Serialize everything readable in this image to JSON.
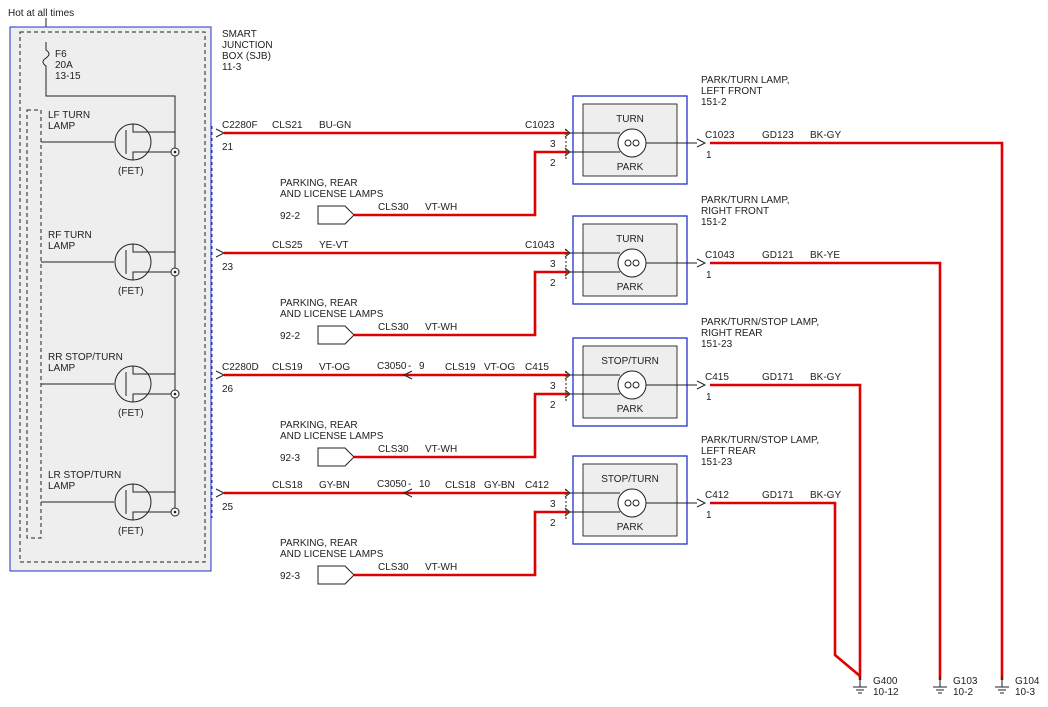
{
  "header": {
    "supply_label": "Hot at all times"
  },
  "sjb": {
    "title_lines": [
      "SMART",
      "JUNCTION",
      "BOX (SJB)",
      "11-3"
    ],
    "fuse": {
      "name": "F6",
      "rating": "20A",
      "ref": "13-15"
    },
    "fet_label": "(FET)"
  },
  "circuits": [
    {
      "fet_lines": [
        "LF TURN",
        "LAMP"
      ],
      "sjb_connector": "C2280F",
      "pin": "21",
      "circuit": "CLS21",
      "color": "BU-GN",
      "inline": null,
      "lamp_connector": "C1023",
      "turn_pin": "3",
      "park_pin": "2",
      "lamp_title": [
        "PARK/TURN LAMP,",
        "LEFT FRONT",
        "151-2"
      ],
      "lamp_top": "TURN",
      "lamp_bottom": "PARK",
      "ground_connector": "C1023",
      "ground_pin": "1",
      "ground_circuit": "GD123",
      "ground_color": "BK-GY",
      "park_source": {
        "lines": [
          "PARKING, REAR",
          "AND LICENSE LAMPS"
        ],
        "ref": "92-2",
        "circuit": "CLS30",
        "color": "VT-WH"
      }
    },
    {
      "fet_lines": [
        "RF TURN",
        "LAMP"
      ],
      "sjb_connector": "",
      "pin": "23",
      "circuit": "CLS25",
      "color": "YE-VT",
      "inline": null,
      "lamp_connector": "C1043",
      "turn_pin": "3",
      "park_pin": "2",
      "lamp_title": [
        "PARK/TURN LAMP,",
        "RIGHT FRONT",
        "151-2"
      ],
      "lamp_top": "TURN",
      "lamp_bottom": "PARK",
      "ground_connector": "C1043",
      "ground_pin": "1",
      "ground_circuit": "GD121",
      "ground_color": "BK-YE",
      "park_source": {
        "lines": [
          "PARKING, REAR",
          "AND LICENSE LAMPS"
        ],
        "ref": "92-2",
        "circuit": "CLS30",
        "color": "VT-WH"
      }
    },
    {
      "fet_lines": [
        "RR STOP/TURN",
        "LAMP"
      ],
      "sjb_connector": "C2280D",
      "pin": "26",
      "circuit": "CLS19",
      "color": "VT-OG",
      "inline": {
        "connector": "C3050",
        "pin": "9",
        "circuit": "CLS19",
        "color": "VT-OG"
      },
      "lamp_connector": "C415",
      "turn_pin": "3",
      "park_pin": "2",
      "lamp_title": [
        "PARK/TURN/STOP LAMP,",
        "RIGHT REAR",
        "151-23"
      ],
      "lamp_top": "STOP/TURN",
      "lamp_bottom": "PARK",
      "ground_connector": "C415",
      "ground_pin": "1",
      "ground_circuit": "GD171",
      "ground_color": "BK-GY",
      "park_source": {
        "lines": [
          "PARKING, REAR",
          "AND LICENSE LAMPS"
        ],
        "ref": "92-3",
        "circuit": "CLS30",
        "color": "VT-WH"
      }
    },
    {
      "fet_lines": [
        "LR STOP/TURN",
        "LAMP"
      ],
      "sjb_connector": "",
      "pin": "25",
      "circuit": "CLS18",
      "color": "GY-BN",
      "inline": {
        "connector": "C3050",
        "pin": "10",
        "circuit": "CLS18",
        "color": "GY-BN"
      },
      "lamp_connector": "C412",
      "turn_pin": "3",
      "park_pin": "2",
      "lamp_title": [
        "PARK/TURN/STOP LAMP,",
        "LEFT REAR",
        "151-23"
      ],
      "lamp_top": "STOP/TURN",
      "lamp_bottom": "PARK",
      "ground_connector": "C412",
      "ground_pin": "1",
      "ground_circuit": "GD171",
      "ground_color": "BK-GY",
      "park_source": {
        "lines": [
          "PARKING, REAR",
          "AND LICENSE LAMPS"
        ],
        "ref": "92-3",
        "circuit": "CLS30",
        "color": "VT-WH"
      }
    }
  ],
  "grounds": [
    {
      "name": "G400",
      "ref": "10-12"
    },
    {
      "name": "G103",
      "ref": "10-2"
    },
    {
      "name": "G104",
      "ref": "10-3"
    }
  ],
  "colors": {
    "wire": "#e00000",
    "box": "#2233cc",
    "line": "#222222",
    "panel": "#eeeeee"
  }
}
